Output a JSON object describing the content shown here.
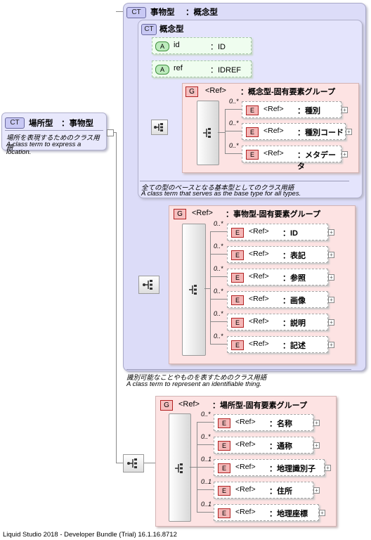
{
  "root": {
    "tag": "CT",
    "name": "場所型",
    "base": "：事物型",
    "desc_ja": "場所を表現するためのクラス用語",
    "desc_en": "A class term to express a location."
  },
  "thing_type": {
    "tag": "CT",
    "name": "事物型",
    "base": "：概念型",
    "desc_ja": "識別可能なことやものを表すためのクラス用語",
    "desc_en": "A class term to represent an identifiable thing."
  },
  "concept_type": {
    "tag": "CT",
    "name": "概念型",
    "attributes": [
      {
        "tag": "A",
        "name": "id",
        "type": "：ID"
      },
      {
        "tag": "A",
        "name": "ref",
        "type": "：IDREF"
      }
    ],
    "desc_ja": "全ての型のベースとなる基本型としてのクラス用語",
    "desc_en": "A class term that serves as the base type for all types."
  },
  "groups": [
    {
      "tag": "G",
      "ref": "<Ref>",
      "name": "：概念型-固有要素グループ",
      "elements": [
        {
          "occ": "0..*",
          "tag": "E",
          "ref": "<Ref>",
          "name": "：種別"
        },
        {
          "occ": "0..*",
          "tag": "E",
          "ref": "<Ref>",
          "name": "：種別コード"
        },
        {
          "occ": "0..*",
          "tag": "E",
          "ref": "<Ref>",
          "name": "：メタデータ"
        }
      ]
    },
    {
      "tag": "G",
      "ref": "<Ref>",
      "name": "：事物型-固有要素グループ",
      "elements": [
        {
          "occ": "0..*",
          "tag": "E",
          "ref": "<Ref>",
          "name": "：ID"
        },
        {
          "occ": "0..*",
          "tag": "E",
          "ref": "<Ref>",
          "name": "：表記"
        },
        {
          "occ": "0..*",
          "tag": "E",
          "ref": "<Ref>",
          "name": "：参照"
        },
        {
          "occ": "0..*",
          "tag": "E",
          "ref": "<Ref>",
          "name": "：画像"
        },
        {
          "occ": "0..*",
          "tag": "E",
          "ref": "<Ref>",
          "name": "：説明"
        },
        {
          "occ": "0..*",
          "tag": "E",
          "ref": "<Ref>",
          "name": "：記述"
        }
      ]
    },
    {
      "tag": "G",
      "ref": "<Ref>",
      "name": "：場所型-固有要素グループ",
      "elements": [
        {
          "occ": "0..*",
          "tag": "E",
          "ref": "<Ref>",
          "name": "：名称"
        },
        {
          "occ": "0..*",
          "tag": "E",
          "ref": "<Ref>",
          "name": "：通称"
        },
        {
          "occ": "0..1",
          "tag": "E",
          "ref": "<Ref>",
          "name": "：地理識別子"
        },
        {
          "occ": "0..1",
          "tag": "E",
          "ref": "<Ref>",
          "name": "：住所"
        },
        {
          "occ": "0..1",
          "tag": "E",
          "ref": "<Ref>",
          "name": "：地理座標"
        }
      ]
    }
  ],
  "footer": "Liquid Studio 2018 - Developer Bundle (Trial) 16.1.16.8712"
}
